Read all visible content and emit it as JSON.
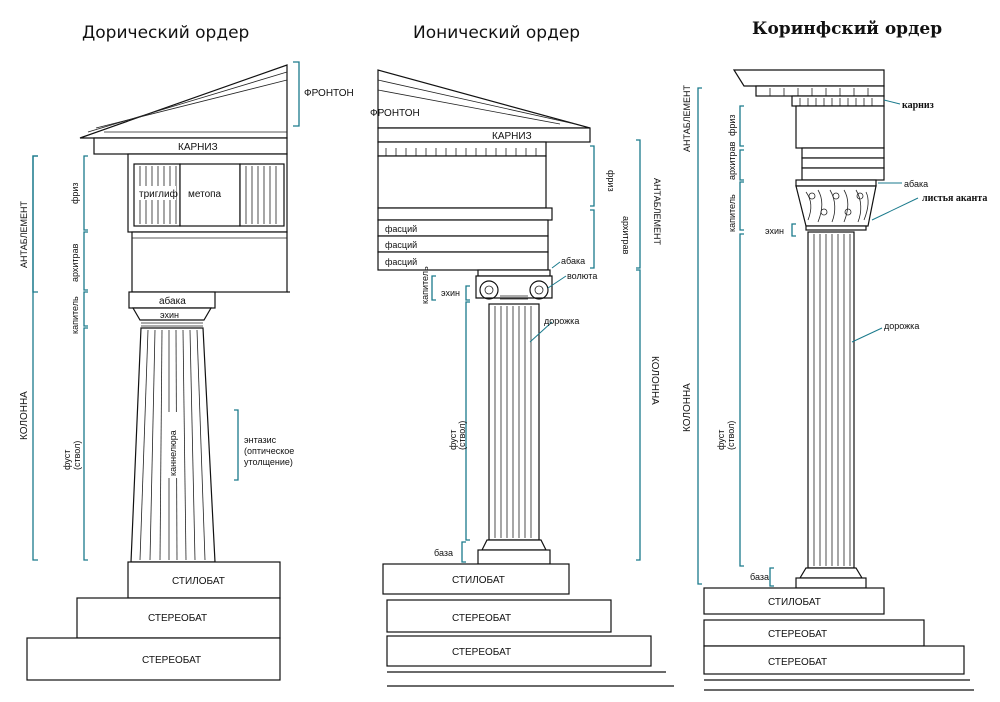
{
  "titles": {
    "doric": "Дорический ордер",
    "ionic": "Ионический ордер",
    "corinthian": "Коринфский ордер"
  },
  "doric": {
    "pediment": "ФРОНТОН",
    "cornice": "КАРНИЗ",
    "triglyph": "триглиф",
    "metope": "метопа",
    "entablature": "АНТАБЛЕМЕНТ",
    "frieze": "фриз",
    "architrave": "архитрав",
    "capital": "капитель",
    "abacus": "абака",
    "echinus": "эхин",
    "column": "КОЛОННА",
    "shaft": "фуст",
    "shaft_paren": "(ствол)",
    "flute": "каннелюра",
    "entasis": "энтазис",
    "entasis_2": "(оптическое",
    "entasis_3": "утолщение)",
    "stylobate": "СТИЛОБАТ",
    "stereobate_1": "СТЕРЕОБАТ",
    "stereobate_2": "СТЕРЕОБАТ"
  },
  "ionic": {
    "pediment": "ФРОНТОН",
    "cornice": "КАРНИЗ",
    "frieze": "фриз",
    "entablature": "АНТАБЛЕМЕНТ",
    "architrave": "архитрав",
    "fascia_1": "фасций",
    "fascia_2": "фасций",
    "fascia_3": "фасций",
    "abacus": "абака",
    "volute": "волюта",
    "capital": "капитель",
    "echinus": "эхин",
    "fillet": "дорожка",
    "column": "КОЛОННА",
    "shaft": "фуст",
    "shaft_paren": "(ствол)",
    "base": "база",
    "stylobate": "СТИЛОБАТ",
    "stereobate_1": "СТЕРЕОБАТ",
    "stereobate_2": "СТЕРЕОБАТ"
  },
  "corinthian": {
    "entablature": "АНТАБЛЕМЕНТ",
    "cornice": "карниз",
    "frieze": "фриз",
    "architrave": "архитрав",
    "abacus": "абака",
    "acanthus": "листья аканта",
    "capital": "капитель",
    "echinus": "эхин",
    "fillet": "дорожка",
    "column": "КОЛОННА",
    "shaft": "фуст",
    "shaft_paren": "(ствол)",
    "base": "база",
    "stylobate": "СТИЛОБАТ",
    "stereobate_1": "СТЕРЕОБАТ",
    "stereobate_2": "СТЕРЕОБАТ"
  },
  "colors": {
    "ink": "#111111",
    "bracket": "#1a7a8c",
    "background": "#ffffff"
  }
}
